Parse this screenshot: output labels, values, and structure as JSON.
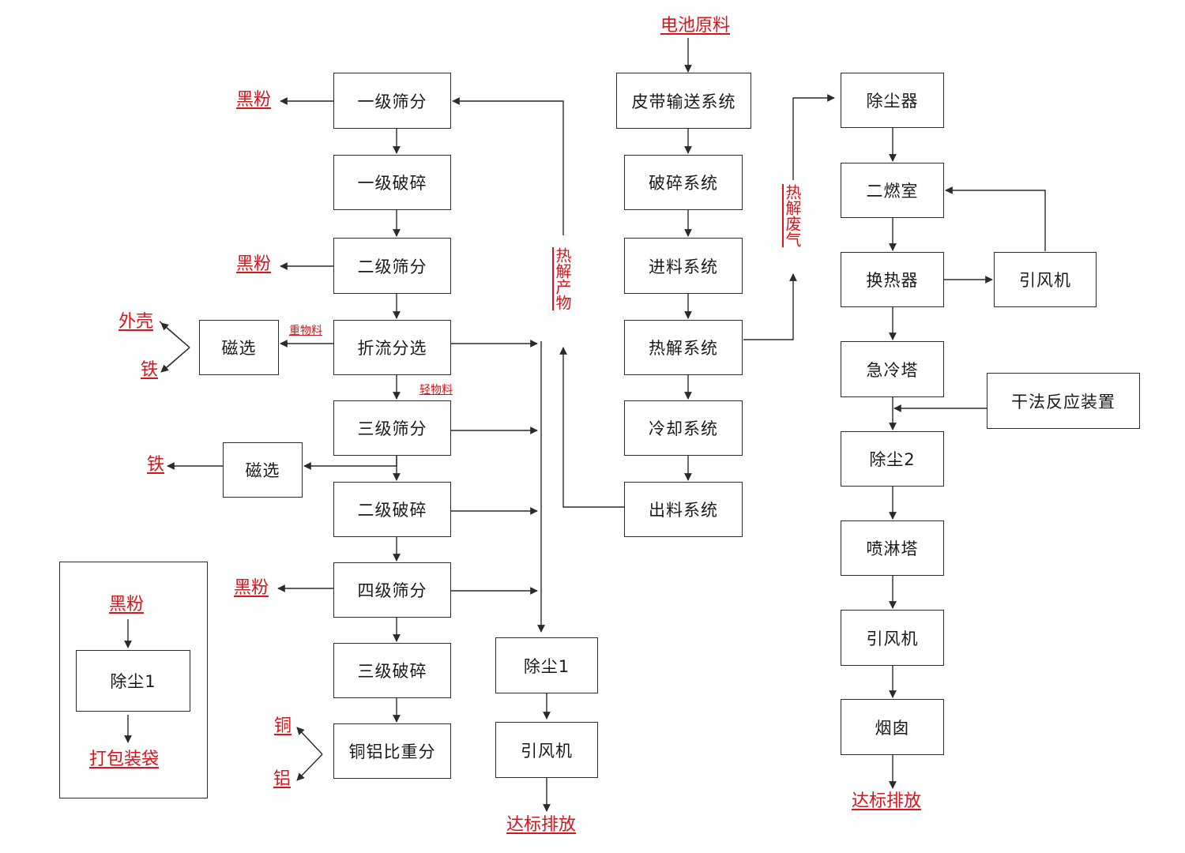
{
  "boxes": {
    "screen1": "一级筛分",
    "crush1": "一级破碎",
    "screen2": "二级筛分",
    "fold_sort": "折流分选",
    "screen3": "三级筛分",
    "crush2": "二级破碎",
    "screen4": "四级筛分",
    "crush3": "三级破碎",
    "cu_al_sep": "铜铝比重分",
    "magnetic1": "磁选",
    "magnetic2": "磁选",
    "belt": "皮带输送系统",
    "crush_sys": "破碎系统",
    "feed_sys": "进料系统",
    "pyro_sys": "热解系统",
    "cool_sys": "冷却系统",
    "discharge_sys": "出料系统",
    "dust_remover": "除尘器",
    "second_chamber": "二燃室",
    "heat_exchanger": "换热器",
    "fan_right": "引风机",
    "quench_tower": "急冷塔",
    "dry_reactor": "干法反应装置",
    "dust2": "除尘2",
    "spray_tower": "喷淋塔",
    "fan_main": "引风机",
    "chimney": "烟囱",
    "dust1": "除尘1",
    "fan_mid": "引风机",
    "legend_dust1": "除尘1"
  },
  "labels": {
    "battery_raw": "电池原料",
    "black_powder_1": "黑粉",
    "black_powder_2": "黑粉",
    "black_powder_3": "黑粉",
    "shell": "外壳",
    "iron_1": "铁",
    "iron_2": "铁",
    "heavy": "重物料",
    "light": "轻物料",
    "copper": "铜",
    "aluminum": "铝",
    "pyro_product": "热解产物",
    "pyro_gas": "热解废气",
    "emission_mid": "达标排放",
    "emission_right": "达标排放",
    "legend_black_powder": "黑粉",
    "legend_pack": "打包装袋"
  },
  "colors": {
    "accent": "#d8141c",
    "line": "#2b2b2b"
  }
}
